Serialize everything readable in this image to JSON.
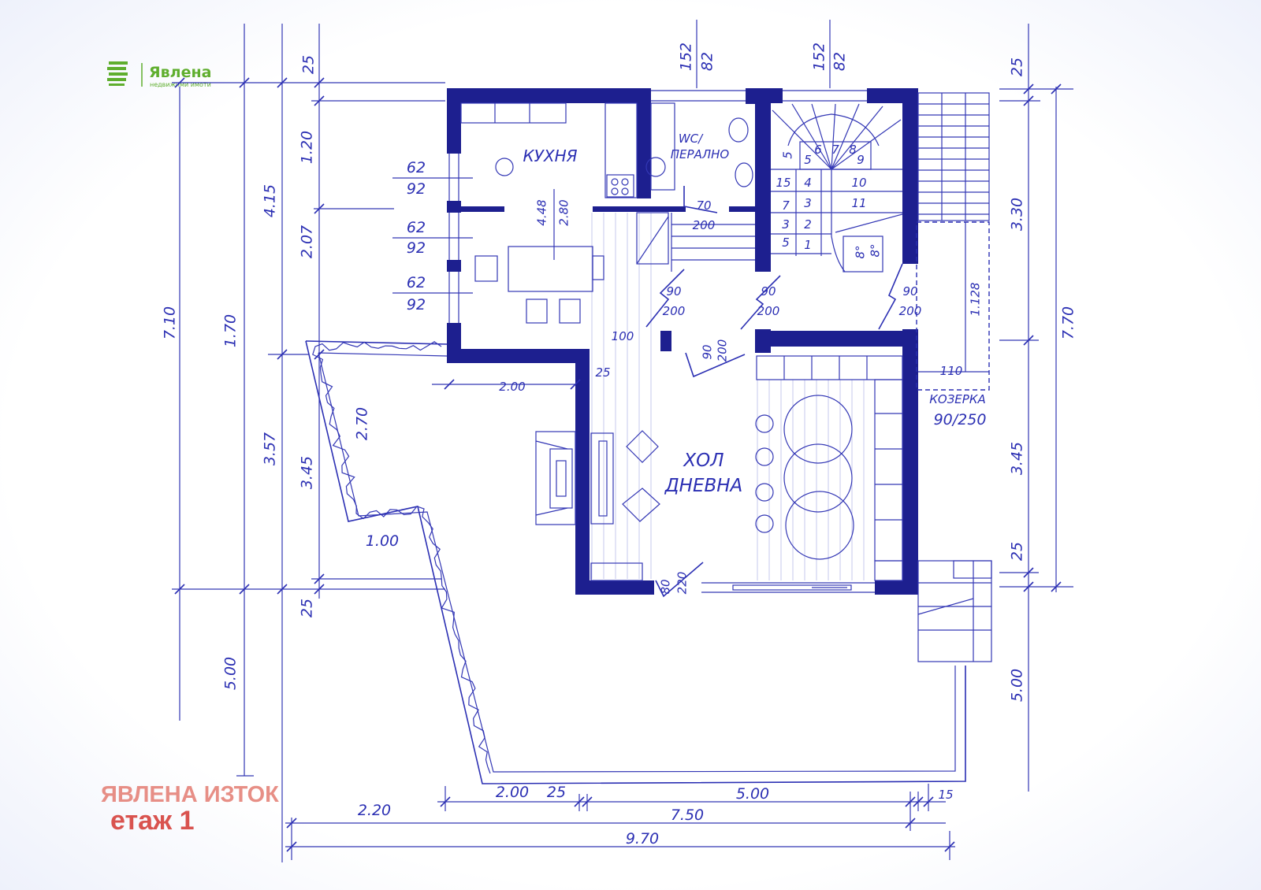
{
  "logo": {
    "name": "Явлена",
    "tagline": "недвижими имоти"
  },
  "rooms": {
    "kitchen": "КУХНЯ",
    "wc_line1": "WC/",
    "wc_line2": "ПЕРАЛНО",
    "living_line1": "ХОЛ",
    "living_line2": "ДНЕВНА",
    "porch_name": "КОЗЕРКА",
    "porch_size": "90/250"
  },
  "caption": {
    "office": "ЯВЛЕНА ИЗТОК",
    "floor": "етаж 1"
  },
  "dimensions": {
    "left": [
      "25",
      "1.20",
      "2.07",
      "4.15",
      "7.10",
      "1.70",
      "3.57",
      "3.45",
      "25",
      "5.00",
      "2.70",
      "1.00"
    ],
    "windows": [
      "62",
      "92",
      "62",
      "92",
      "62",
      "92"
    ],
    "top": [
      "152",
      "82",
      "152",
      "82"
    ],
    "right": [
      "25",
      "3.30",
      "7.70",
      "3.45",
      "25",
      "5.00",
      "1.128",
      "110"
    ],
    "interior": [
      "4.48",
      "2.80",
      "70",
      "200",
      "90",
      "200",
      "90",
      "200",
      "90",
      "200",
      "100",
      "25",
      "2.00",
      "90",
      "200",
      "80",
      "220"
    ],
    "bottom": [
      "2.00",
      "25",
      "5.00",
      "15",
      "2.20",
      "7.50",
      "9.70"
    ]
  },
  "stairs": {
    "steps": [
      "1",
      "2",
      "3",
      "4",
      "5",
      "6",
      "7",
      "8",
      "9",
      "10",
      "11"
    ],
    "left_marks": [
      "5",
      "15",
      "7",
      "3",
      "5"
    ],
    "landing": [
      "8°",
      "8°"
    ]
  },
  "colors": {
    "line": "#2b2fb3",
    "wall": "#1d1f8f",
    "logo": "#5fae2e",
    "caption_office": "#e5837a",
    "caption_floor": "#d9534f"
  }
}
